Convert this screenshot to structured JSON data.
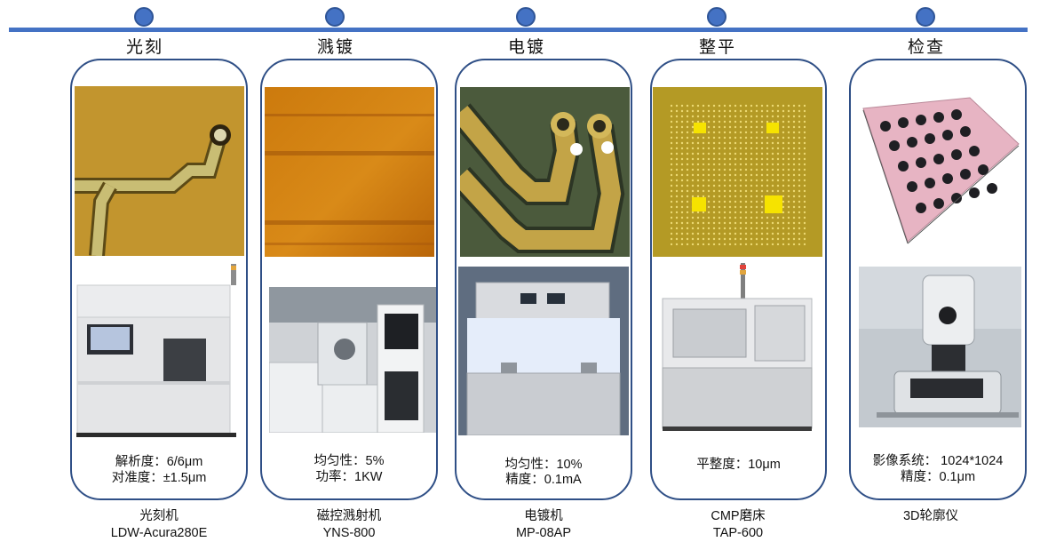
{
  "steps": [
    {
      "title": "光刻",
      "specs": [
        "解析度：6/6μm",
        "对准度：±1.5μm"
      ],
      "machine_type": "光刻机",
      "machine_model": "LDW-Acura280E"
    },
    {
      "title": "溅镀",
      "specs": [
        "均匀性：5%",
        "功率：1KW"
      ],
      "machine_type": "磁控溅射机",
      "machine_model": "YNS-800"
    },
    {
      "title": "电镀",
      "specs": [
        "均匀性：10%",
        "精度：0.1mA"
      ],
      "machine_type": "电镀机",
      "machine_model": "MP-08AP"
    },
    {
      "title": "整平",
      "specs": [
        "平整度：10μm"
      ],
      "machine_type": "CMP磨床",
      "machine_model": "TAP-600"
    },
    {
      "title": "检查",
      "specs": [
        "影像系统： 1024*1024",
        "精度：0.1μm"
      ],
      "machine_type": "3D轮廓仪",
      "machine_model": ""
    }
  ],
  "colors": {
    "accent": "#4472c4",
    "card_border": "#2f4f86"
  }
}
